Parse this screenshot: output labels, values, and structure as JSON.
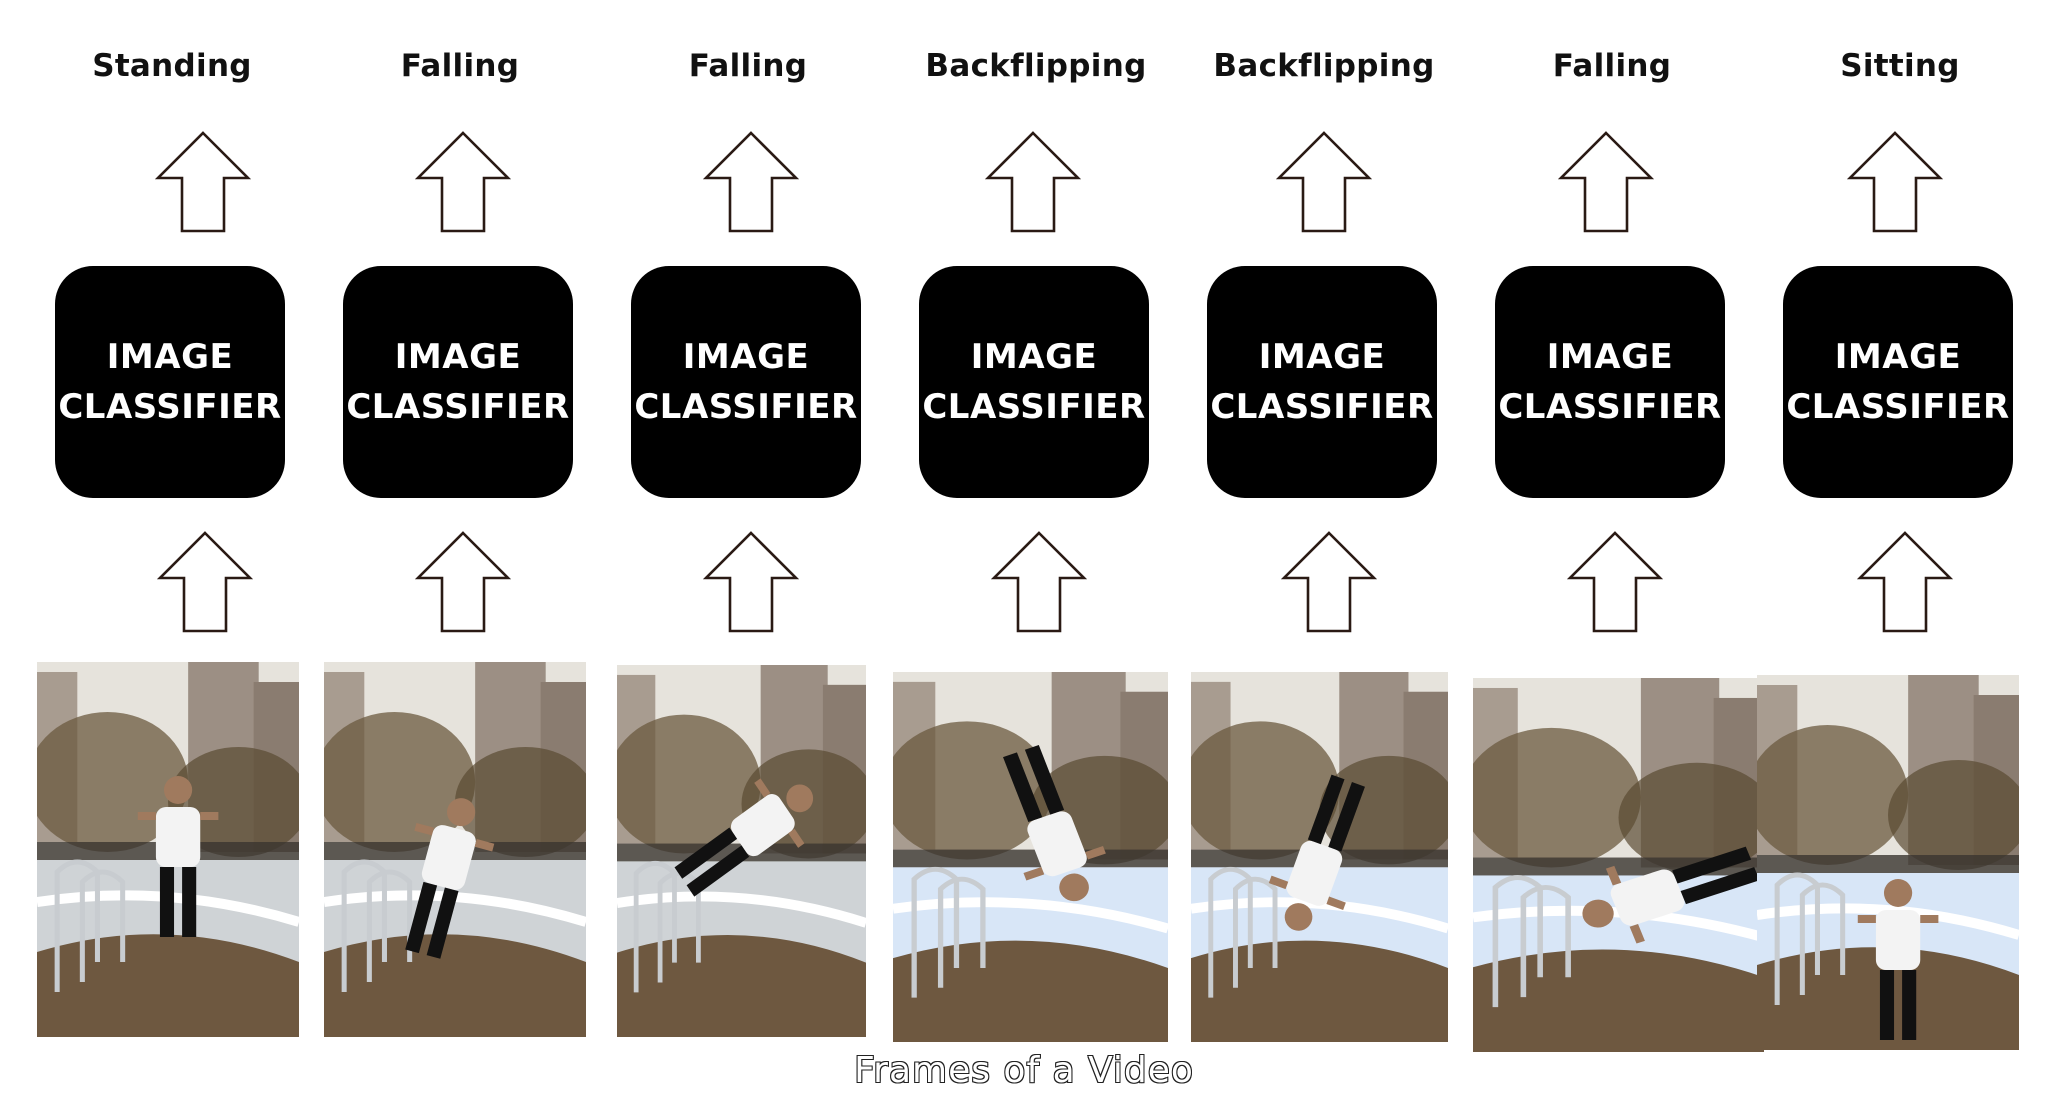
{
  "columns": [
    {
      "label": "Standing",
      "classifier_line1": "IMAGE",
      "classifier_line2": "CLASSIFIER"
    },
    {
      "label": "Falling",
      "classifier_line1": "IMAGE",
      "classifier_line2": "CLASSIFIER"
    },
    {
      "label": "Falling",
      "classifier_line1": "IMAGE",
      "classifier_line2": "CLASSIFIER"
    },
    {
      "label": "Backflipping",
      "classifier_line1": "IMAGE",
      "classifier_line2": "CLASSIFIER"
    },
    {
      "label": "Backflipping",
      "classifier_line1": "IMAGE",
      "classifier_line2": "CLASSIFIER"
    },
    {
      "label": "Falling",
      "classifier_line1": "IMAGE",
      "classifier_line2": "CLASSIFIER"
    },
    {
      "label": "Sitting",
      "classifier_line1": "IMAGE",
      "classifier_line2": "CLASSIFIER"
    }
  ],
  "caption": "Frames of a Video",
  "colors": {
    "classifier_bg": "#000000",
    "classifier_text": "#ffffff",
    "arrow_stroke": "#2a1a14",
    "label_text": "#111111"
  },
  "icons": {
    "arrow": "up-arrow-icon",
    "frame": "video-frame-image"
  }
}
